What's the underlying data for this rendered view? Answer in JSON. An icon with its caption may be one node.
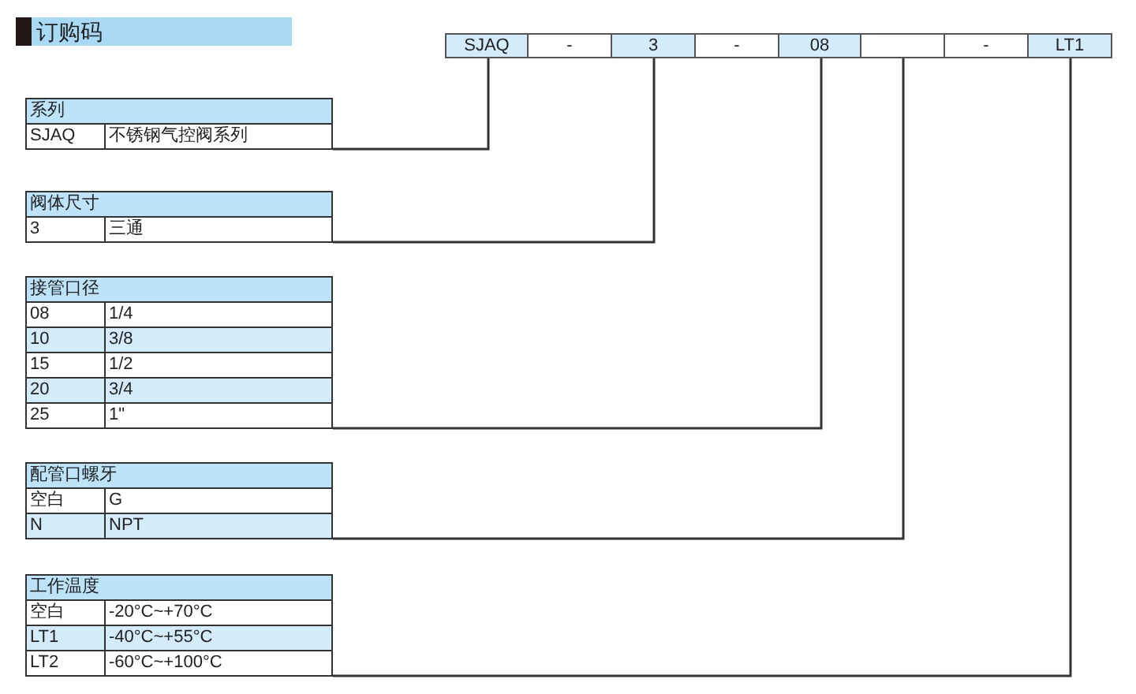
{
  "diagram": {
    "title": "订购码",
    "nodes": [
      {
        "text": [
          "SJAQ"
        ]
      },
      {
        "text": [
          "-"
        ]
      },
      {
        "text": [
          "3"
        ]
      },
      {
        "text": [
          "-"
        ]
      },
      {
        "text": [
          "08"
        ]
      },
      {
        "text": [],
        "shape": "box"
      },
      {
        "text": [
          "-"
        ]
      },
      {
        "text": [
          "LT1"
        ]
      },
      {
        "text": [
          "系列",
          "SJAQ",
          "不锈钢气控阀系列"
        ]
      },
      {
        "text": [
          "阀体尺寸",
          "3",
          "三通"
        ]
      },
      {
        "text": [
          "接管口径",
          "08",
          "1/4",
          "10",
          "3/8",
          "15",
          "1/2",
          "20",
          "3/4",
          "25",
          "1\""
        ]
      },
      {
        "text": [
          "配管口螺牙",
          "空白",
          "G",
          "N",
          "NPT"
        ]
      },
      {
        "text": [
          "工作温度",
          "空白",
          "-20°C~+70°C",
          "LT1",
          "-40°C~+55°C",
          "LT2",
          "-60°C~+100°C"
        ]
      }
    ],
    "edges": [
      {
        "from": 0,
        "to": 8,
        "arrow": "none"
      },
      {
        "from": 2,
        "to": 9,
        "arrow": "none"
      },
      {
        "from": 4,
        "to": 10,
        "arrow": "none"
      },
      {
        "from": 5,
        "to": 11,
        "arrow": "none"
      },
      {
        "from": 7,
        "to": 12,
        "arrow": "none"
      }
    ]
  }
}
